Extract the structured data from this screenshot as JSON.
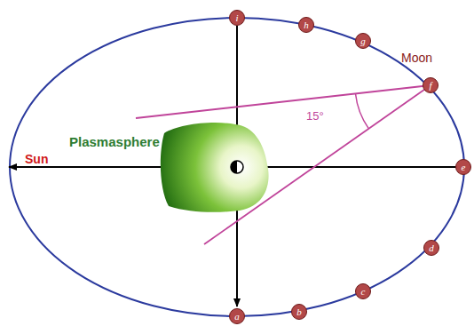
{
  "diagram": {
    "nodes": [
      {
        "text": [
          "a"
        ]
      },
      {
        "text": [
          "b"
        ]
      },
      {
        "text": [
          "c"
        ]
      },
      {
        "text": [
          "d"
        ]
      },
      {
        "text": [
          "e"
        ]
      },
      {
        "text": [
          "f"
        ]
      },
      {
        "text": [
          "g"
        ]
      },
      {
        "text": [
          "h"
        ]
      },
      {
        "text": [
          "i"
        ]
      }
    ],
    "labels": [
      "Moon",
      "15°",
      "Sun",
      "Plasmasphere"
    ]
  }
}
